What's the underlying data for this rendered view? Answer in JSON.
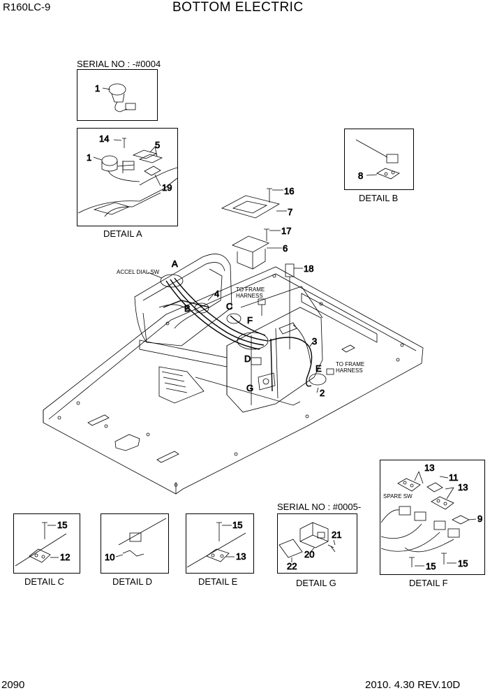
{
  "header": {
    "model": "R160LC-9",
    "title": "BOTTOM ELECTRIC"
  },
  "footer": {
    "page": "2090",
    "date_rev": "2010. 4.30  REV.10D"
  },
  "serials": {
    "old": "SERIAL NO : -#0004",
    "new": "SERIAL NO : #0005-"
  },
  "captions": {
    "detail_a": "DETAIL A",
    "detail_b": "DETAIL B",
    "detail_c": "DETAIL C",
    "detail_d": "DETAIL D",
    "detail_e": "DETAIL E",
    "detail_f": "DETAIL F",
    "detail_g": "DETAIL G"
  },
  "annotations": {
    "accel_dial": "ACCEL DIAL SW",
    "to_frame_1a": "TO FRAME",
    "to_frame_1b": "HARNESS",
    "to_frame_2a": "TO FRAME",
    "to_frame_2b": "HARNESS",
    "spare_sw": "SPARE SW"
  },
  "callouts": {
    "old_1": "1",
    "a_14": "14",
    "a_5": "5",
    "a_1": "1",
    "a_19": "19",
    "b_8": "8",
    "m_16": "16",
    "m_7": "7",
    "m_17": "17",
    "m_6": "6",
    "m_18": "18",
    "m_4": "4",
    "m_3": "3",
    "m_2": "2",
    "m_A": "A",
    "m_B": "B",
    "m_C": "C",
    "m_F": "F",
    "m_D": "D",
    "m_E": "E",
    "m_G": "G",
    "f_13a": "13",
    "f_11": "11",
    "f_13b": "13",
    "f_9": "9",
    "f_15a": "15",
    "f_15b": "15",
    "c_15": "15",
    "c_12": "12",
    "d_10": "10",
    "e_15": "15",
    "e_13": "13",
    "g_21": "21",
    "g_20": "20",
    "g_22": "22"
  }
}
